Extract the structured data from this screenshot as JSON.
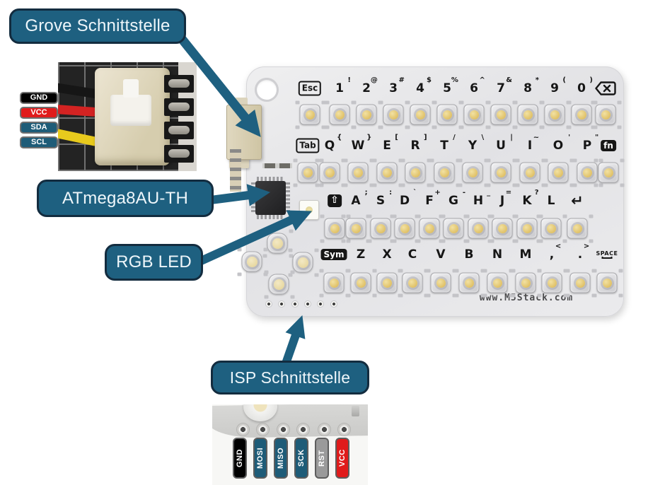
{
  "colors": {
    "annotation_bg": "#1e6080",
    "annotation_border": "#132c3f",
    "annotation_text": "#eef6fa",
    "arrow": "#1e6080",
    "pin_teal": "#1e5c78",
    "pin_black": "#000000",
    "pin_red": "#e01b1b",
    "pin_gray": "#9a9a9a"
  },
  "annotations": {
    "grove": {
      "label": "Grove Schnittstelle"
    },
    "atmega": {
      "label": "ATmega8AU-TH"
    },
    "rgb": {
      "label": "RGB LED"
    },
    "isp": {
      "label": "ISP Schnittstelle"
    }
  },
  "grove_pins": [
    {
      "label": "GND",
      "color": "#000000"
    },
    {
      "label": "VCC",
      "color": "#e01b1b"
    },
    {
      "label": "SDA",
      "color": "#1e5c78"
    },
    {
      "label": "SCL",
      "color": "#1e5c78"
    }
  ],
  "isp_pins": [
    {
      "label": "GND",
      "color": "#000000"
    },
    {
      "label": "MOSI",
      "color": "#1e5c78"
    },
    {
      "label": "MISO",
      "color": "#1e5c78"
    },
    {
      "label": "SCK",
      "color": "#1e5c78"
    },
    {
      "label": "RST",
      "color": "#9a9a9a"
    },
    {
      "label": "VCC",
      "color": "#e01b1b"
    }
  ],
  "board": {
    "website": "www.M5Stack.com",
    "rows": [
      {
        "keys": [
          {
            "type": "boxed",
            "name": "key-esc",
            "label": "Esc"
          },
          {
            "type": "char",
            "name": "key-1",
            "label": "1",
            "sup": "!"
          },
          {
            "type": "char",
            "name": "key-2",
            "label": "2",
            "sup": "@"
          },
          {
            "type": "char",
            "name": "key-3",
            "label": "3",
            "sup": "#"
          },
          {
            "type": "char",
            "name": "key-4",
            "label": "4",
            "sup": "$"
          },
          {
            "type": "char",
            "name": "key-5",
            "label": "5",
            "sup": "%"
          },
          {
            "type": "char",
            "name": "key-6",
            "label": "6",
            "sup": "^"
          },
          {
            "type": "char",
            "name": "key-7",
            "label": "7",
            "sup": "&"
          },
          {
            "type": "char",
            "name": "key-8",
            "label": "8",
            "sup": "*"
          },
          {
            "type": "char",
            "name": "key-9",
            "label": "9",
            "sup": "("
          },
          {
            "type": "char",
            "name": "key-0",
            "label": "0",
            "sup": ")"
          },
          {
            "type": "backspace",
            "name": "key-backspace",
            "icon": "backspace-icon"
          }
        ]
      },
      {
        "keys": [
          {
            "type": "boxed",
            "name": "key-tab",
            "label": "Tab"
          },
          {
            "type": "char",
            "name": "key-q",
            "label": "Q",
            "sup": "{"
          },
          {
            "type": "char",
            "name": "key-w",
            "label": "W",
            "sup": "}"
          },
          {
            "type": "char",
            "name": "key-e",
            "label": "E",
            "sup": "["
          },
          {
            "type": "char",
            "name": "key-r",
            "label": "R",
            "sup": "]"
          },
          {
            "type": "char",
            "name": "key-t",
            "label": "T",
            "sup": "/"
          },
          {
            "type": "char",
            "name": "key-y",
            "label": "Y",
            "sup": "\\"
          },
          {
            "type": "char",
            "name": "key-u",
            "label": "U",
            "sup": "|"
          },
          {
            "type": "char",
            "name": "key-i",
            "label": "I",
            "sup": "~"
          },
          {
            "type": "char",
            "name": "key-o",
            "label": "O",
            "sup": "'"
          },
          {
            "type": "char",
            "name": "key-p",
            "label": "P",
            "sup": "\""
          },
          {
            "type": "dark",
            "name": "key-fn",
            "label": "fn"
          }
        ]
      },
      {
        "keys": [
          {
            "type": "shift",
            "name": "key-shift",
            "label": "⇧"
          },
          {
            "type": "char",
            "name": "key-a",
            "label": "A",
            "sup": ";"
          },
          {
            "type": "char",
            "name": "key-s",
            "label": "S",
            "sup": ":"
          },
          {
            "type": "char",
            "name": "key-d",
            "label": "D",
            "sup": "`"
          },
          {
            "type": "char",
            "name": "key-f",
            "label": "F",
            "sup": "+"
          },
          {
            "type": "char",
            "name": "key-g",
            "label": "G",
            "sup": "-"
          },
          {
            "type": "char",
            "name": "key-h",
            "label": "H",
            "sup": "_"
          },
          {
            "type": "char",
            "name": "key-j",
            "label": "J",
            "sup": "="
          },
          {
            "type": "char",
            "name": "key-k",
            "label": "K",
            "sup": "?"
          },
          {
            "type": "char",
            "name": "key-l",
            "label": "L",
            "sup": ""
          },
          {
            "type": "enter",
            "name": "key-enter",
            "glyph": "↵"
          }
        ]
      },
      {
        "keys": [
          {
            "type": "dark",
            "name": "key-sym",
            "label": "Sym"
          },
          {
            "type": "char",
            "name": "key-z",
            "label": "Z",
            "sup": ""
          },
          {
            "type": "char",
            "name": "key-x",
            "label": "X",
            "sup": ""
          },
          {
            "type": "char",
            "name": "key-c",
            "label": "C",
            "sup": ""
          },
          {
            "type": "char",
            "name": "key-v",
            "label": "V",
            "sup": ""
          },
          {
            "type": "char",
            "name": "key-b",
            "label": "B",
            "sup": ""
          },
          {
            "type": "char",
            "name": "key-n",
            "label": "N",
            "sup": ""
          },
          {
            "type": "char",
            "name": "key-m",
            "label": "M",
            "sup": ""
          },
          {
            "type": "char",
            "name": "key-comma",
            "label": ",",
            "sup": "<"
          },
          {
            "type": "char",
            "name": "key-period",
            "label": ".",
            "sup": ">"
          },
          {
            "type": "space",
            "name": "key-space",
            "label": "SPACE"
          }
        ]
      }
    ]
  }
}
